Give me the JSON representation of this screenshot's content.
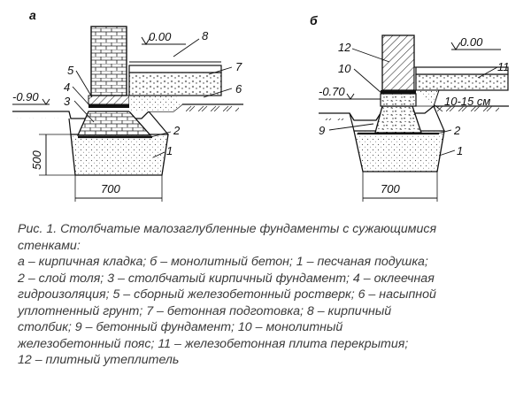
{
  "diagram": {
    "panel_a": {
      "letter": "а",
      "level_zero": "0.00",
      "level_depth": "-0.90",
      "dim_height": "500",
      "dim_width": "700",
      "callouts": [
        "1",
        "2",
        "3",
        "4",
        "5",
        "6",
        "7",
        "8"
      ]
    },
    "panel_b": {
      "letter": "б",
      "level_zero": "0.00",
      "level_depth": "-0.70",
      "gap_note": "10-15 см",
      "dim_width": "700",
      "callouts": [
        "1",
        "2",
        "9",
        "10",
        "11",
        "12"
      ]
    }
  },
  "caption": {
    "lines": [
      "Рис. 1. Столбчатые малозаглубленные фундаменты с сужающимися",
      "стенками:",
      "а – кирпичная кладка; б – монолитный бетон; 1 – песчаная подушка;",
      "2 – слой толя; 3 – столбчатый кирпичный фундамент; 4 – оклеечная",
      "гидроизоляция; 5 – сборный железобетонный ростверк; 6 – насыпной",
      "уплотненный грунт; 7 – бетонная подготовка; 8 – кирпичный",
      "столбик; 9 – бетонный фундамент; 10 – монолитный",
      "железобетонный пояс; 11 – железобетонная плита перекрытия;",
      "12 – плитный утеплитель"
    ]
  }
}
